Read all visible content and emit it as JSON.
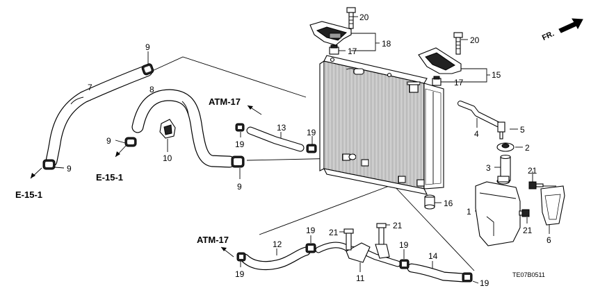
{
  "callouts": {
    "n1": "1",
    "n2": "2",
    "n3": "3",
    "n4": "4",
    "n5": "5",
    "n6": "6",
    "n7": "7",
    "n8": "8",
    "n9a": "9",
    "n9b": "9",
    "n9c": "9",
    "n9d": "9",
    "n10": "10",
    "n11": "11",
    "n12": "12",
    "n13": "13",
    "n14": "14",
    "n15": "15",
    "n16": "16",
    "n17a": "17",
    "n17b": "17",
    "n18": "18",
    "n19a": "19",
    "n19b": "19",
    "n19c": "19",
    "n19d": "19",
    "n19e": "19",
    "n19f": "19",
    "n20a": "20",
    "n20b": "20",
    "n21a": "21",
    "n21b": "21",
    "n21c": "21",
    "n21d": "21"
  },
  "references": {
    "atm_upper": "ATM-17",
    "atm_lower": "ATM-17",
    "e15_left": "E-15-1",
    "e15_mid": "E-15-1"
  },
  "direction": {
    "label": "FR."
  },
  "diagram_code": "TE07B0511"
}
